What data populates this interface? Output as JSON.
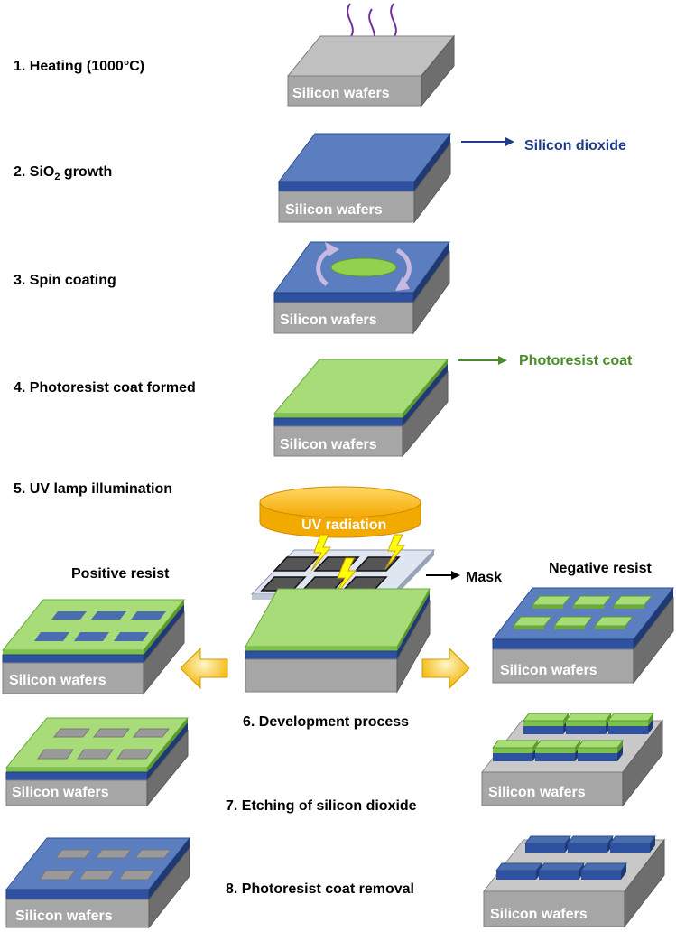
{
  "steps": {
    "s1": "1. Heating (1000°C)",
    "s2_prefix": "2. SiO",
    "s2_sub": "2",
    "s2_suffix": " growth",
    "s3": "3. Spin coating",
    "s4": "4. Photoresist coat formed",
    "s5": "5. UV lamp illumination",
    "s6": "6. Development process",
    "s7": "7. Etching of silicon dioxide",
    "s8": "8. Photoresist coat removal"
  },
  "labels": {
    "wafer": "Silicon wafers",
    "silicon_dioxide": "Silicon dioxide",
    "photoresist_coat": "Photoresist coat",
    "uv_radiation": "UV radiation",
    "mask": "Mask",
    "positive_resist": "Positive resist",
    "negative_resist": "Negative resist"
  },
  "colors": {
    "silicon": "#a6a6a6",
    "oxide": "#4a6db0",
    "photoresist": "#92d050",
    "annotation_oxide": "#1f3c88",
    "annotation_resist": "#4a8c2a",
    "uv_lamp": "#ffc000",
    "lightning": "#ffff00",
    "arrow": "#ffc000",
    "heat_lines": "#7030a0"
  }
}
